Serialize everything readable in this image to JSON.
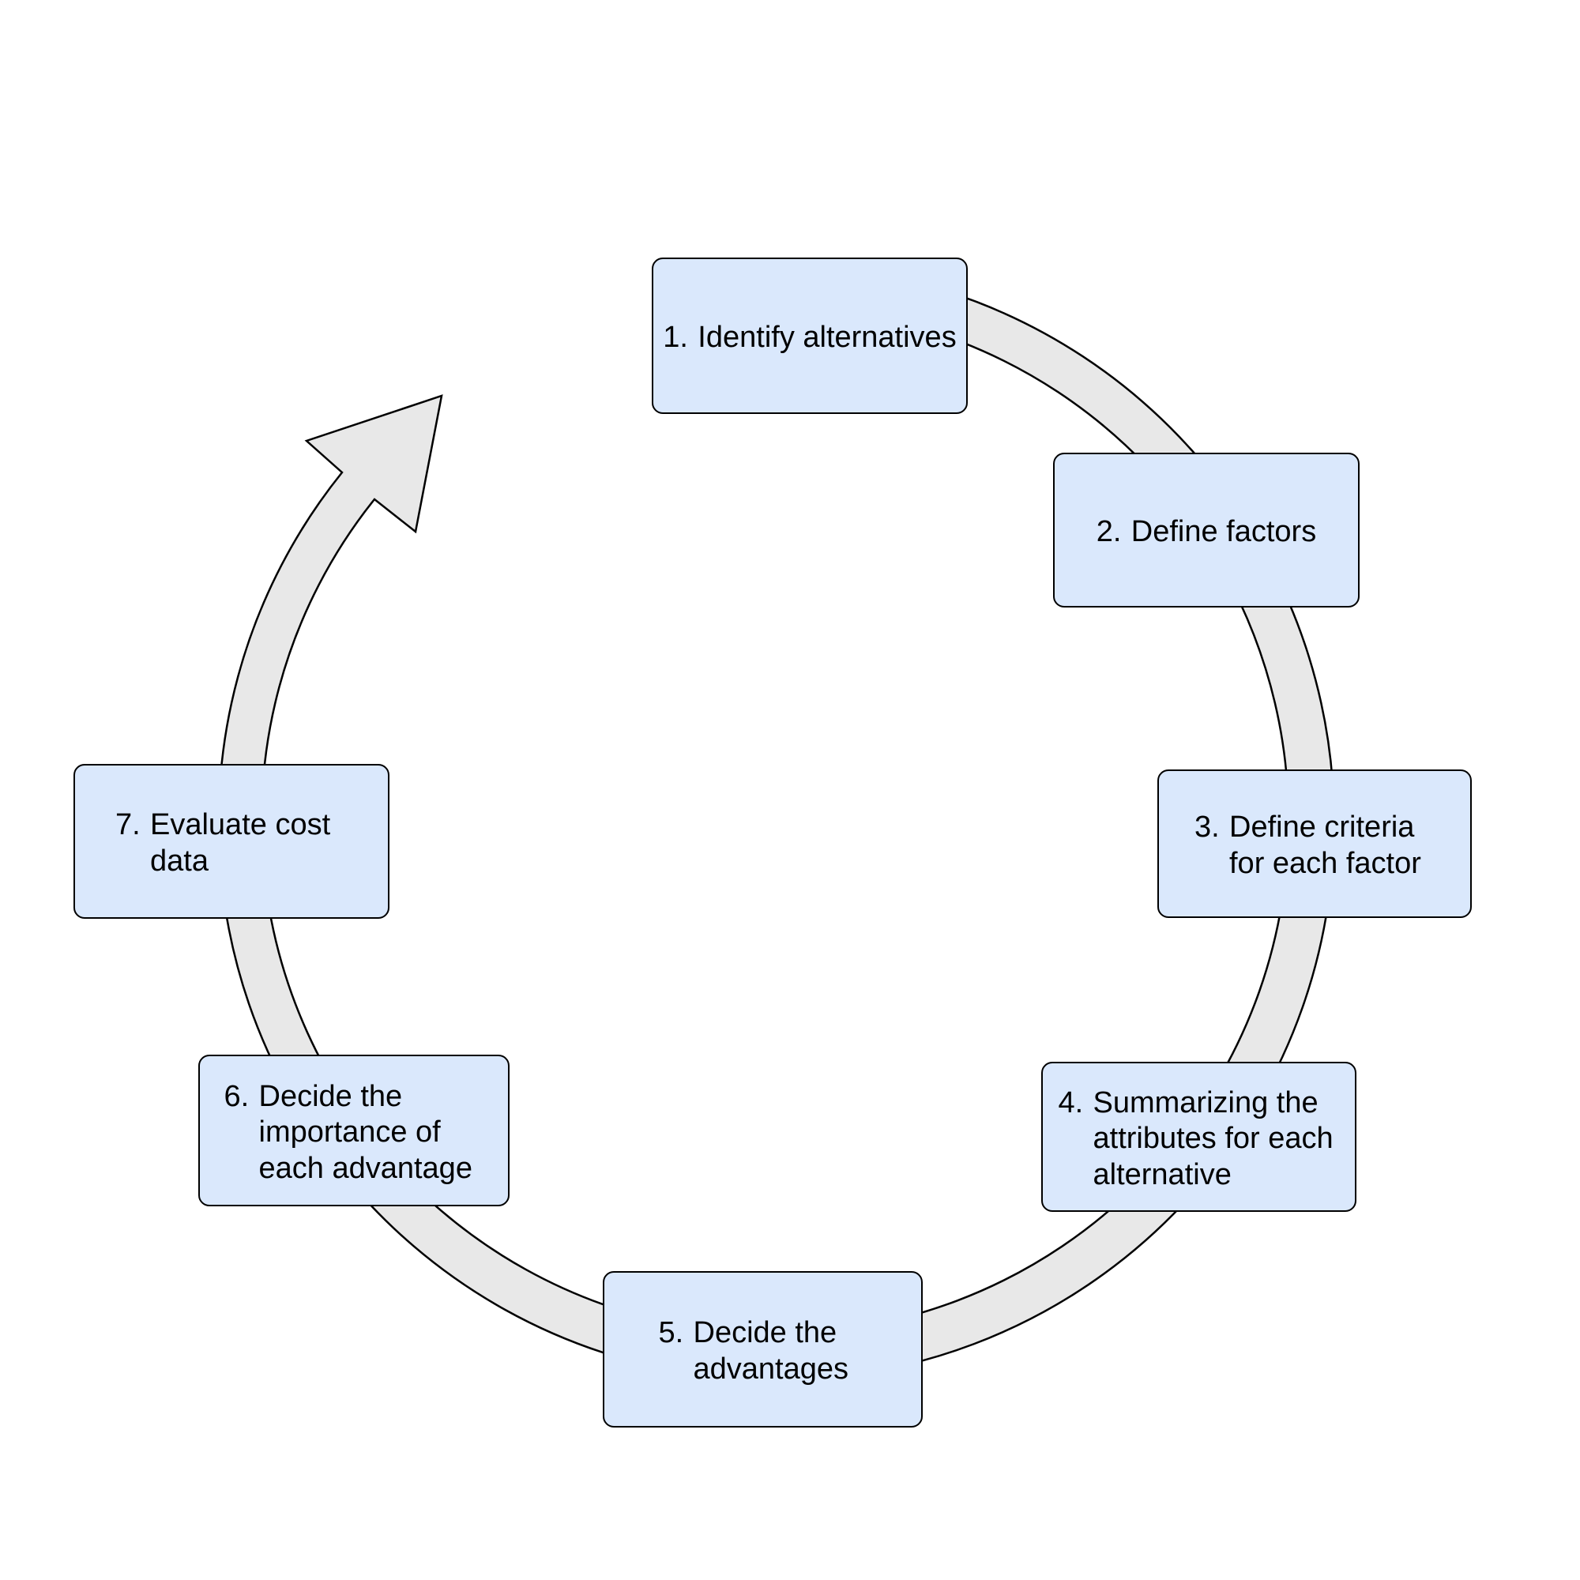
{
  "diagram": {
    "type": "cycle-process",
    "steps": [
      {
        "number": "1.",
        "text": "Identify alternatives"
      },
      {
        "number": "2.",
        "text": "Define factors"
      },
      {
        "number": "3.",
        "text": "Define criteria for each factor"
      },
      {
        "number": "4.",
        "text": "Summarizing the attributes for each alternative"
      },
      {
        "number": "5.",
        "text": "Decide the advantages"
      },
      {
        "number": "6.",
        "text": "Decide the importance of each advantage"
      },
      {
        "number": "7.",
        "text": "Evaluate cost data"
      }
    ],
    "arrow": {
      "icon": "circular-arrow-clockwise"
    }
  },
  "colors": {
    "box-fill": "#dae8fc",
    "box-stroke": "#000000",
    "arrow-fill": "#e8e8e8",
    "arrow-stroke": "#000000",
    "background": "#ffffff",
    "text": "#000000"
  }
}
